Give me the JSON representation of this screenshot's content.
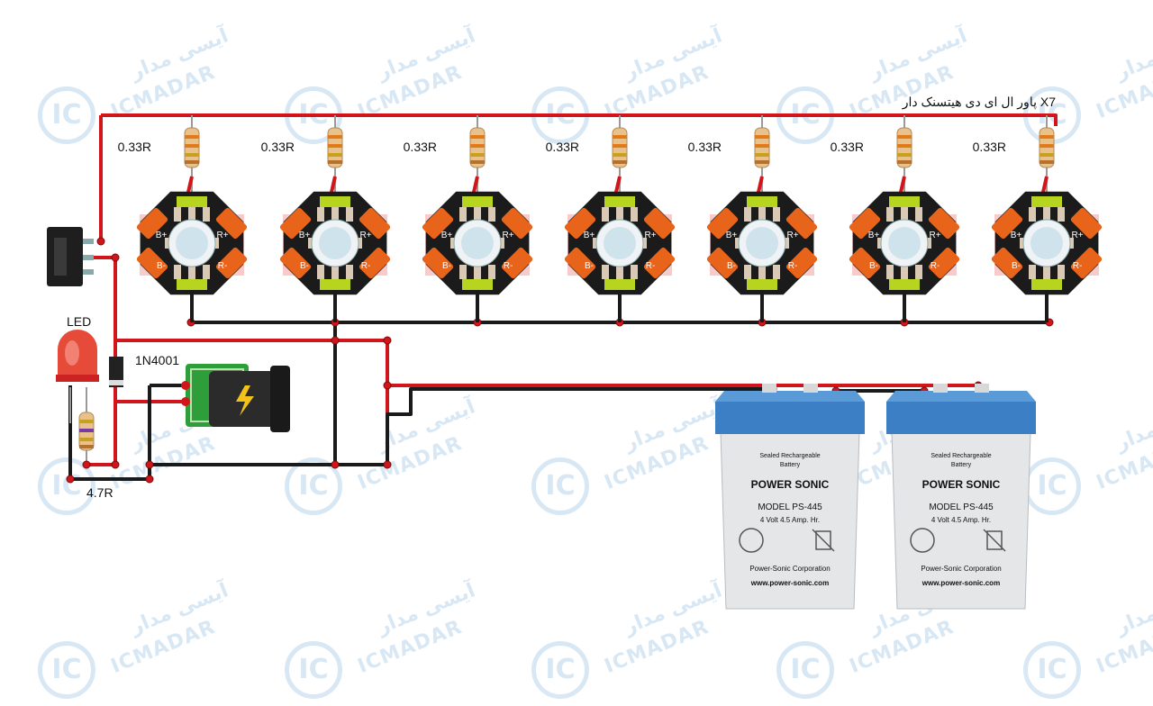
{
  "title": "پاور ال ای دی هیتسنک دار X7",
  "watermark": {
    "logo": "IC",
    "text_fa": "آیسی مدار",
    "text_en": "ICMADAR"
  },
  "led_modules": [
    {
      "resistor": "0.33R",
      "pads": [
        "B+",
        "R+",
        "B-",
        "R-"
      ]
    },
    {
      "resistor": "0.33R",
      "pads": [
        "B+",
        "R+",
        "B-",
        "R-"
      ]
    },
    {
      "resistor": "0.33R",
      "pads": [
        "B+",
        "R+",
        "B-",
        "R-"
      ]
    },
    {
      "resistor": "0.33R",
      "pads": [
        "B+",
        "R+",
        "B-",
        "R-"
      ]
    },
    {
      "resistor": "0.33R",
      "pads": [
        "B+",
        "R+",
        "B-",
        "R-"
      ]
    },
    {
      "resistor": "0.33R",
      "pads": [
        "B+",
        "R+",
        "B-",
        "R-"
      ]
    },
    {
      "resistor": "0.33R",
      "pads": [
        "B+",
        "R+",
        "B-",
        "R-"
      ]
    }
  ],
  "components": {
    "indicator_led": "LED",
    "diode": "1N4001",
    "indicator_resistor": "4.7R"
  },
  "batteries": [
    {
      "line1": "Sealed Rechargeable",
      "line2": "Battery",
      "brand": "POWER SONIC",
      "model": "MODEL   PS-445",
      "rating": "4 Volt   4.5 Amp. Hr.",
      "corp": "Power-Sonic Corporation",
      "url": "www.power-sonic.com"
    },
    {
      "line1": "Sealed Rechargeable",
      "line2": "Battery",
      "brand": "POWER SONIC",
      "model": "MODEL   PS-445",
      "rating": "4 Volt   4.5 Amp. Hr.",
      "corp": "Power-Sonic Corporation",
      "url": "www.power-sonic.com"
    }
  ],
  "colors": {
    "red_wire": "#d0161b",
    "black_wire": "#1a1a1a",
    "led_board": "#e8641a",
    "battery_cap": "#3d7fc4",
    "battery_body": "#e4e6e8"
  }
}
